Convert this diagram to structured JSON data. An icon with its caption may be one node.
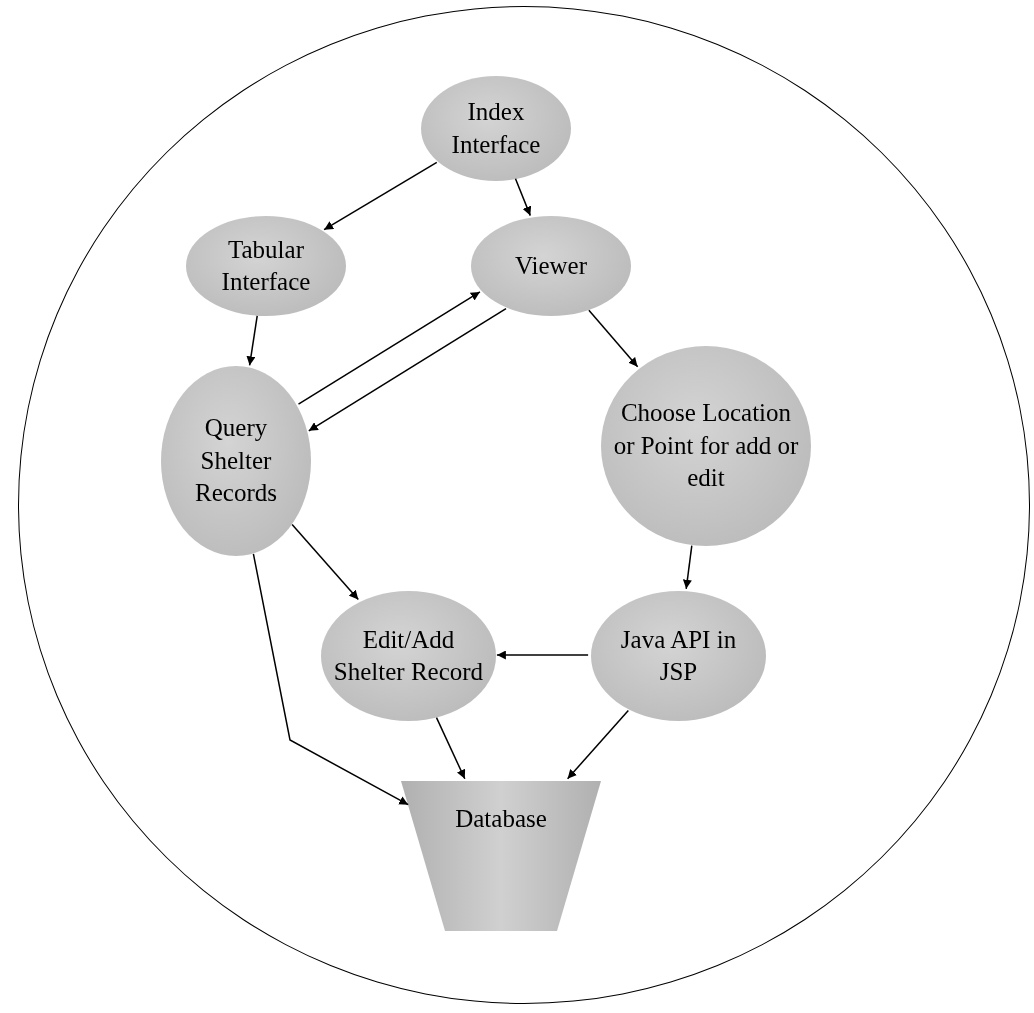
{
  "diagram": {
    "nodes": [
      {
        "text": [],
        "shape": "circle"
      },
      {
        "text": [
          "Index Interface"
        ],
        "in": 0
      },
      {
        "text": [
          "Tabular Interface"
        ],
        "in": 0
      },
      {
        "text": [
          "Viewer"
        ],
        "in": 0
      },
      {
        "text": [
          "Query Shelter Records"
        ],
        "in": 0
      },
      {
        "text": [
          "Choose Location or Point for add or edit"
        ],
        "in": 0
      },
      {
        "text": [
          "Edit/Add Shelter Record"
        ],
        "in": 0
      },
      {
        "text": [
          "Java API in JSP"
        ],
        "in": 0
      },
      {
        "text": [
          "Database"
        ],
        "in": 0
      }
    ],
    "edges": [
      {
        "from": 1,
        "to": 2,
        "arrow": "to"
      },
      {
        "from": 1,
        "to": 3,
        "arrow": "to"
      },
      {
        "from": 2,
        "to": 4,
        "arrow": "to"
      },
      {
        "from": 4,
        "to": 3,
        "arrow": "to"
      },
      {
        "from": 3,
        "to": 4,
        "arrow": "to"
      },
      {
        "from": 3,
        "to": 5,
        "arrow": "to"
      },
      {
        "from": 4,
        "to": 6,
        "arrow": "to"
      },
      {
        "from": 4,
        "to": 8,
        "arrow": "to"
      },
      {
        "from": 5,
        "to": 7,
        "arrow": "to"
      },
      {
        "from": 7,
        "to": 6,
        "arrow": "to"
      },
      {
        "from": 6,
        "to": 8,
        "arrow": "to"
      },
      {
        "from": 7,
        "to": 8,
        "arrow": "to"
      }
    ]
  }
}
